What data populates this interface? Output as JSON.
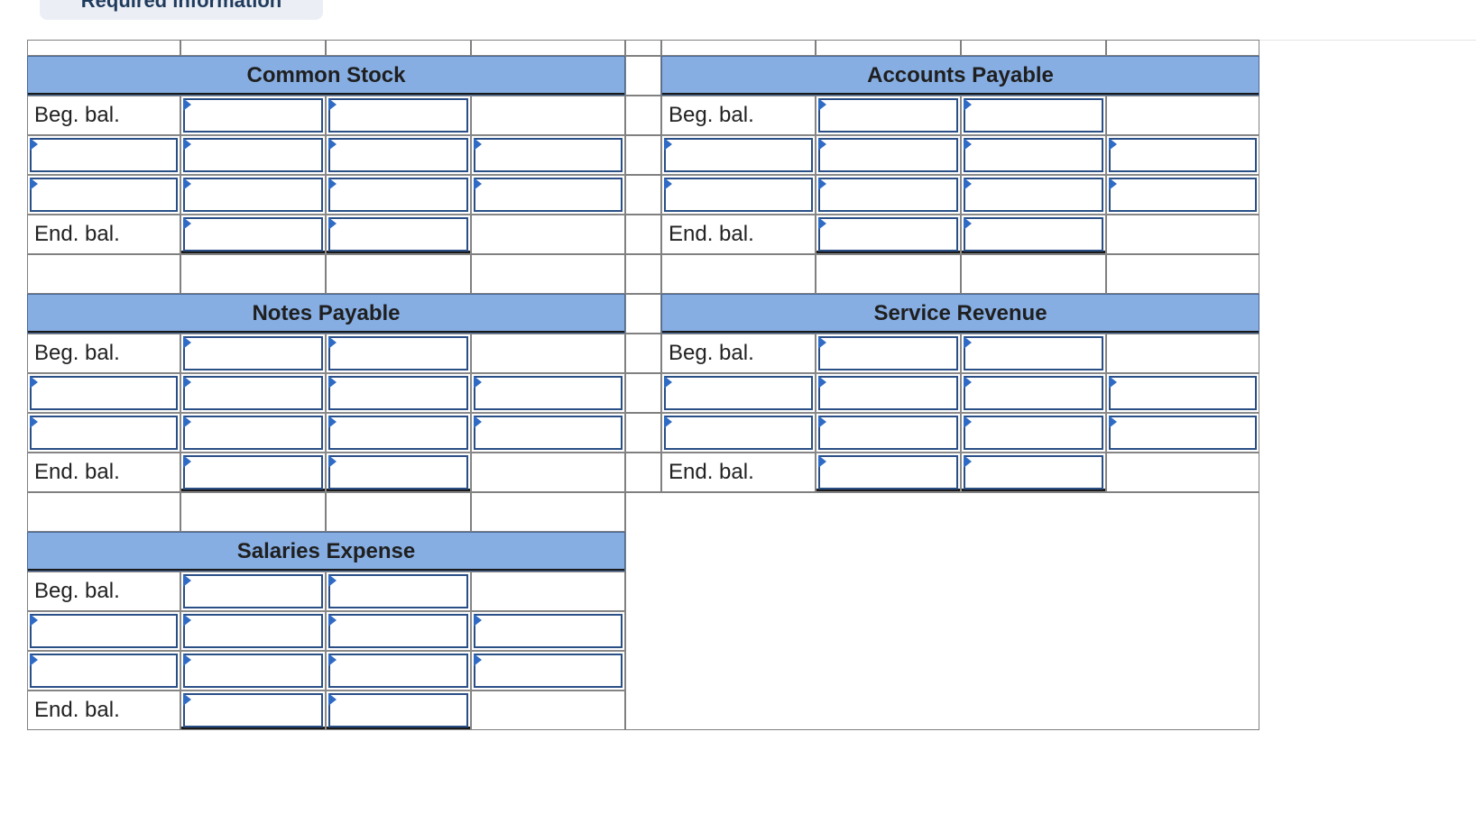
{
  "top_tab": {
    "label": "Required information"
  },
  "row_labels": {
    "beg": "Beg. bal.",
    "end": "End. bal."
  },
  "t_accounts": [
    {
      "title": "Common Stock"
    },
    {
      "title": "Accounts Payable"
    },
    {
      "title": "Notes Payable"
    },
    {
      "title": "Service Revenue"
    },
    {
      "title": "Salaries Expense"
    }
  ],
  "colors": {
    "header": "#86aee3",
    "input_border": "#2a4f86",
    "marker": "#2f6bc4"
  }
}
